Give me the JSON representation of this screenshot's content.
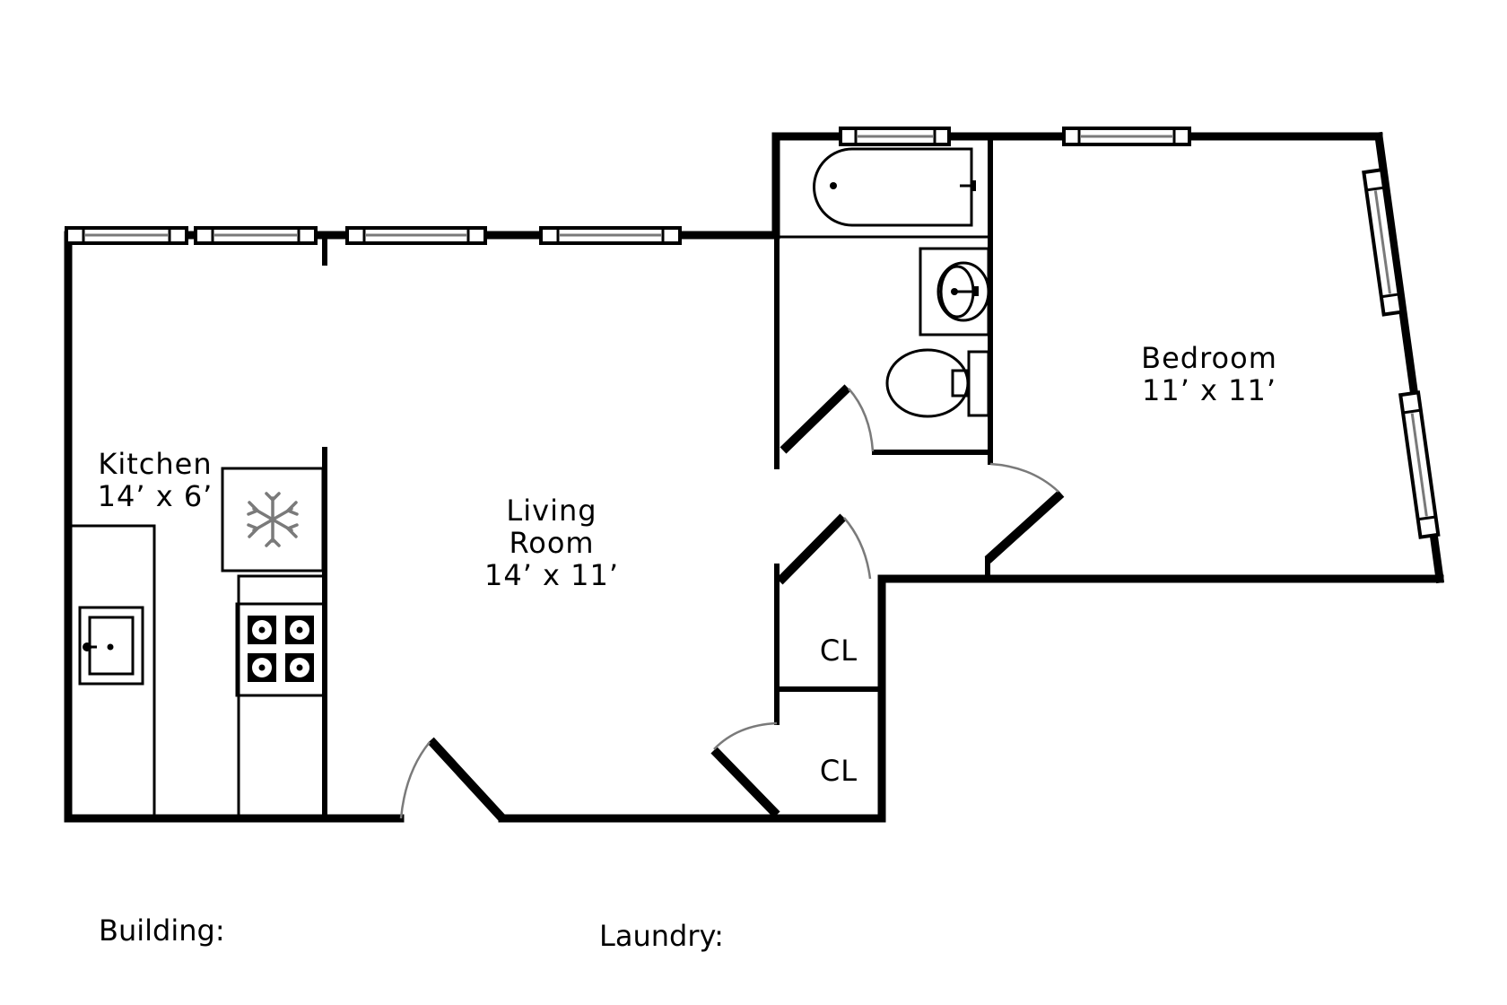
{
  "plan": {
    "rooms": [
      {
        "id": "kitchen",
        "name": "Kitchen",
        "size": "14’ x 6’"
      },
      {
        "id": "living-room",
        "name_line1": "Living",
        "name_line2": "Room",
        "size": "14’ x 11’"
      },
      {
        "id": "bedroom",
        "name": "Bedroom",
        "size": "11’ x 11’"
      },
      {
        "id": "closet-1",
        "name": "CL"
      },
      {
        "id": "closet-2",
        "name": "CL"
      }
    ],
    "fixtures": [
      "refrigerator-icon",
      "stove-icon",
      "kitchen-sink-icon",
      "bathtub-icon",
      "bathroom-sink-icon",
      "toilet-icon"
    ],
    "colors": {
      "wall": "#000000",
      "door_swing": "#7a7a7a",
      "window_glass": "#7a7a7a",
      "background": "#ffffff"
    }
  },
  "footer": {
    "building_label": "Building:",
    "laundry_label": "Laundry:"
  }
}
